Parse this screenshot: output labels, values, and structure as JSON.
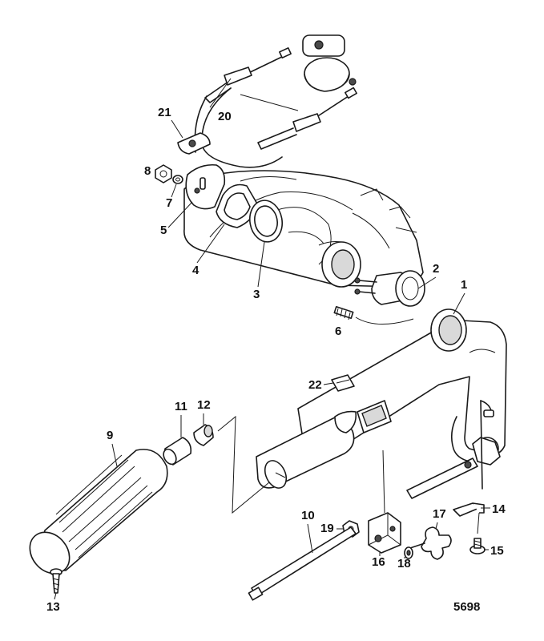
{
  "figure_number": "5698",
  "callouts": [
    "1",
    "2",
    "3",
    "4",
    "5",
    "6",
    "7",
    "8",
    "9",
    "10",
    "11",
    "12",
    "13",
    "14",
    "15",
    "16",
    "17",
    "18",
    "19",
    "20",
    "21",
    "22"
  ]
}
